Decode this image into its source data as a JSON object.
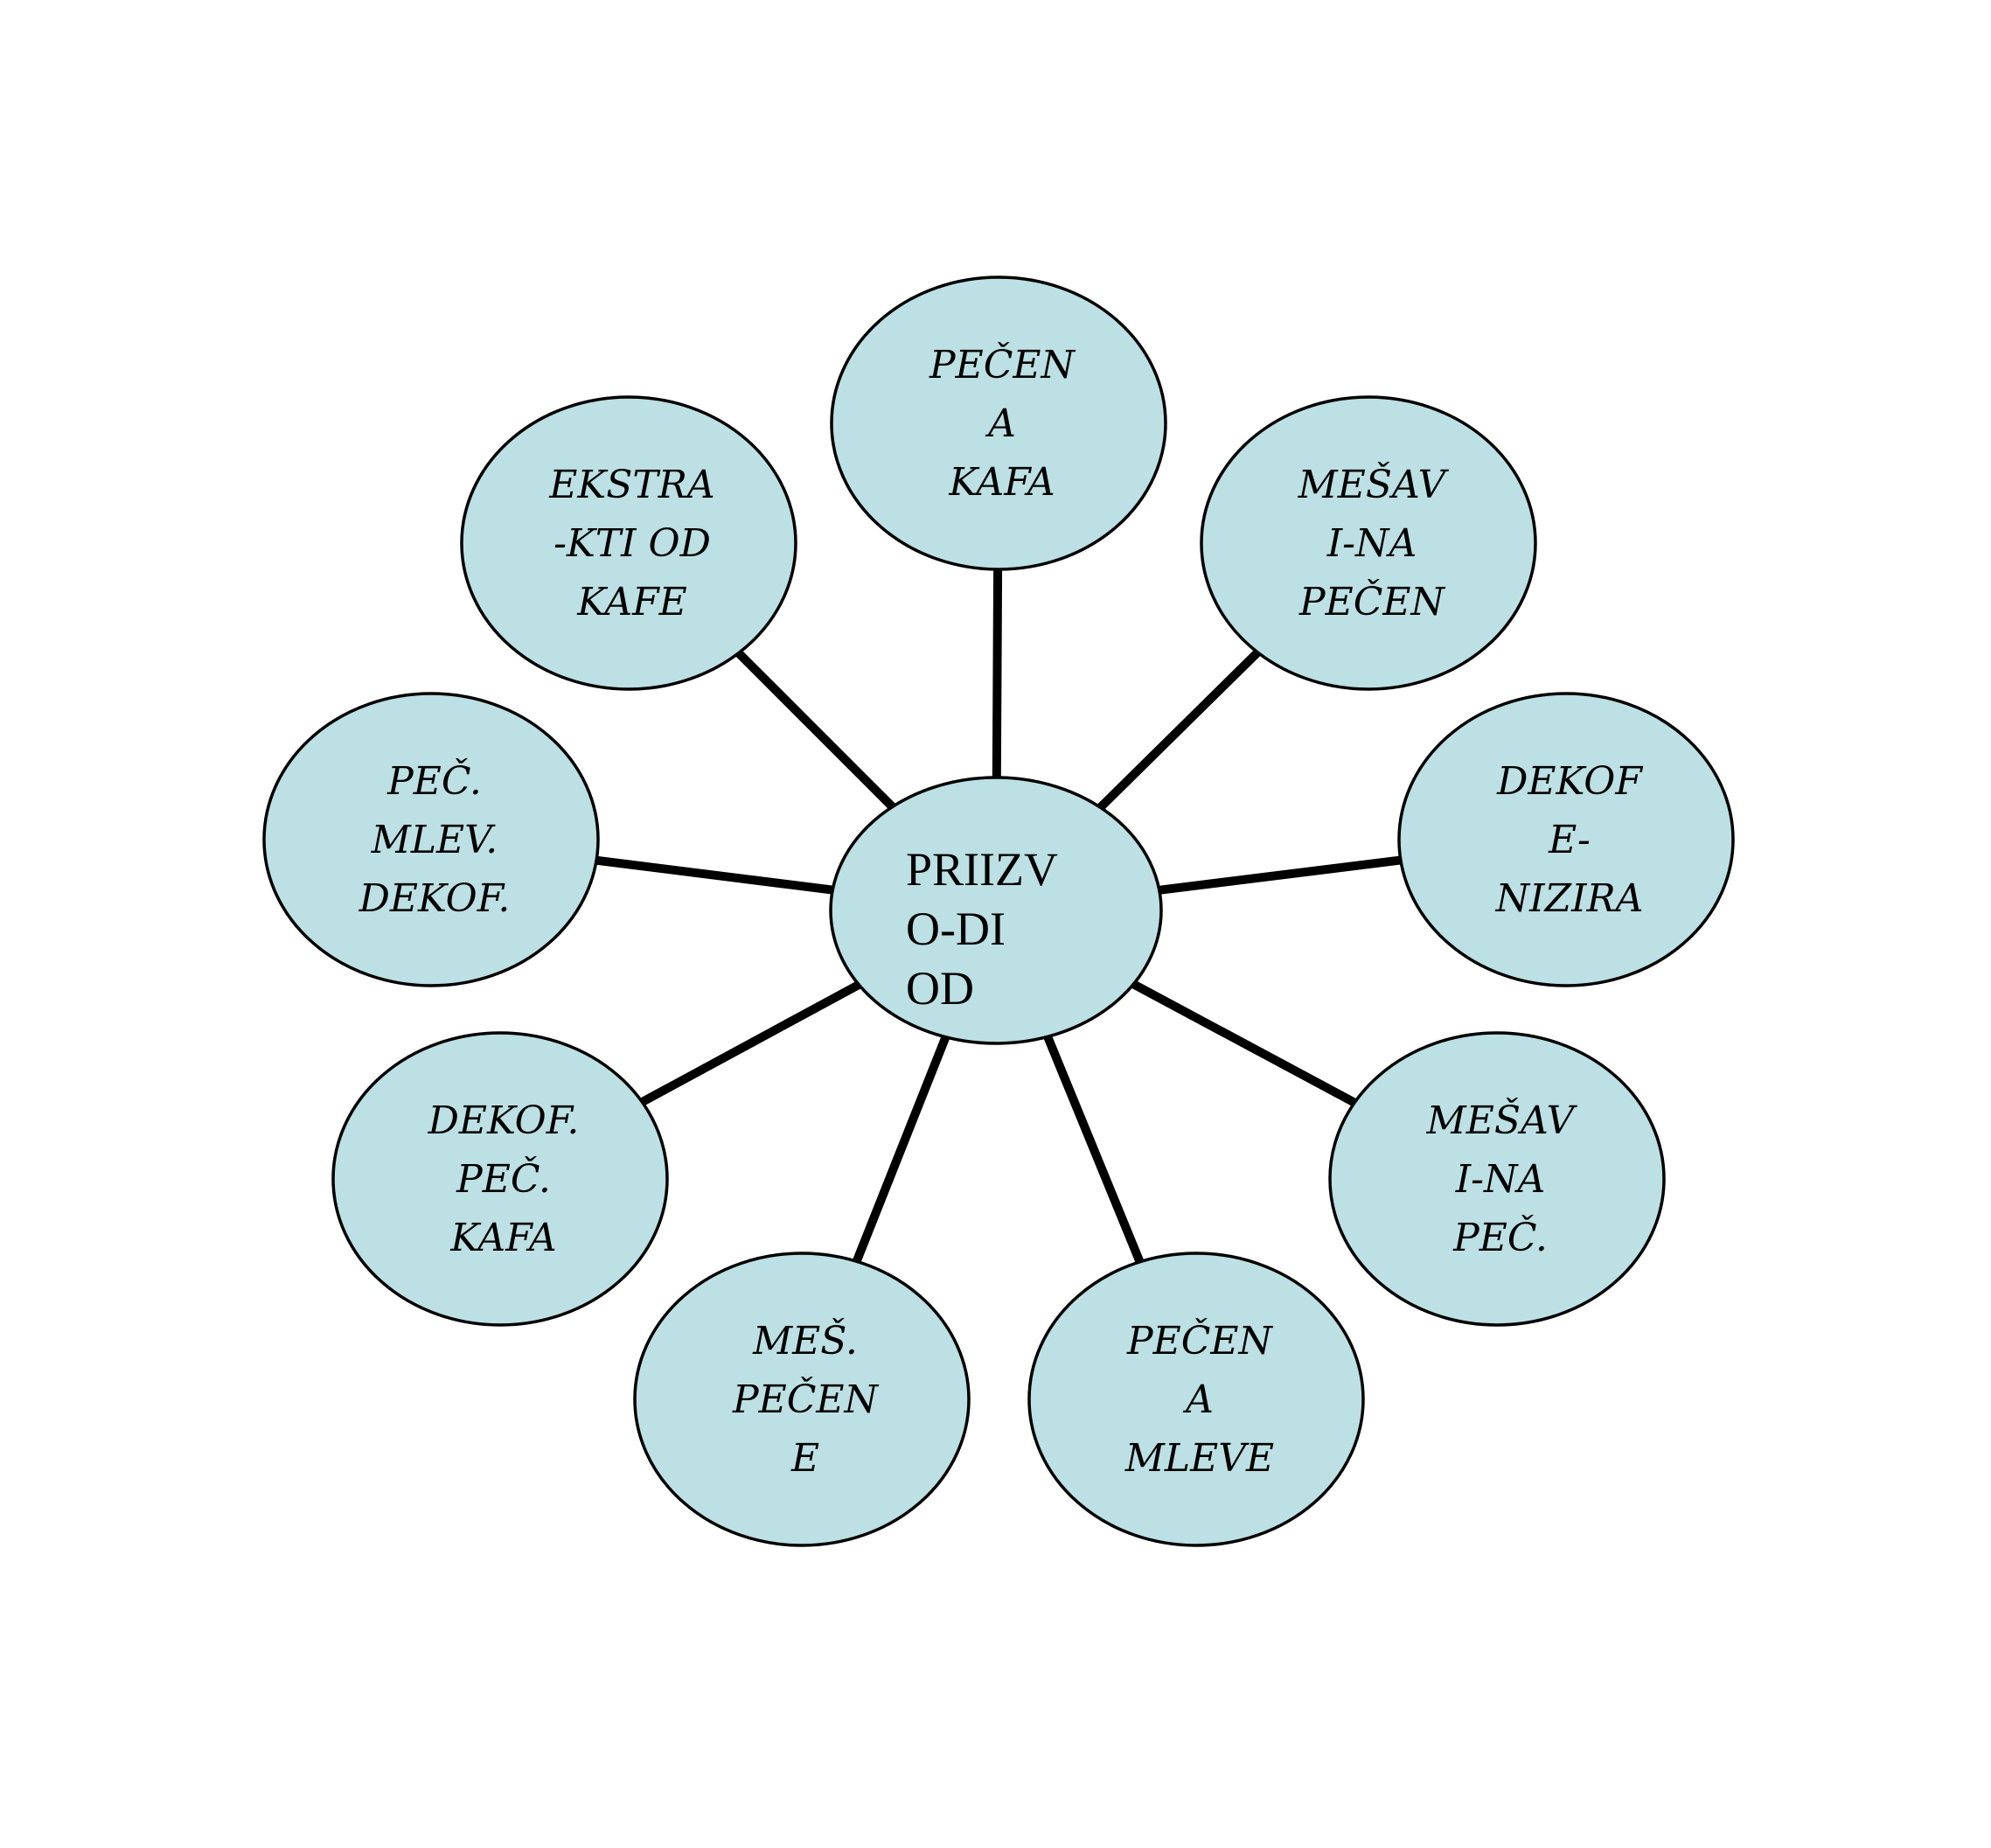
{
  "center": {
    "lines": [
      "PRIIZV",
      "O-DI",
      "OD"
    ]
  },
  "nodes": [
    {
      "lines": [
        "PEČEN",
        "A",
        "KAFA"
      ]
    },
    {
      "lines": [
        "MEŠAV",
        "I-NA",
        "PEČEN"
      ]
    },
    {
      "lines": [
        "DEKOF",
        "E-",
        "NIZIRA"
      ]
    },
    {
      "lines": [
        "MEŠAV",
        "I-NA",
        "PEČ."
      ]
    },
    {
      "lines": [
        "PEČEN",
        "A",
        "MLEVE"
      ]
    },
    {
      "lines": [
        "MEŠ.",
        "PEČEN",
        "E"
      ]
    },
    {
      "lines": [
        "DEKOF.",
        "PEČ.",
        "KAFA"
      ]
    },
    {
      "lines": [
        "PEČ.",
        "MLEV.",
        "DEKOF."
      ]
    },
    {
      "lines": [
        "EKSTRA",
        "-KTI OD",
        "KAFE"
      ]
    }
  ],
  "colors": {
    "node_fill": "#bce0e3",
    "stroke": "#000000"
  }
}
